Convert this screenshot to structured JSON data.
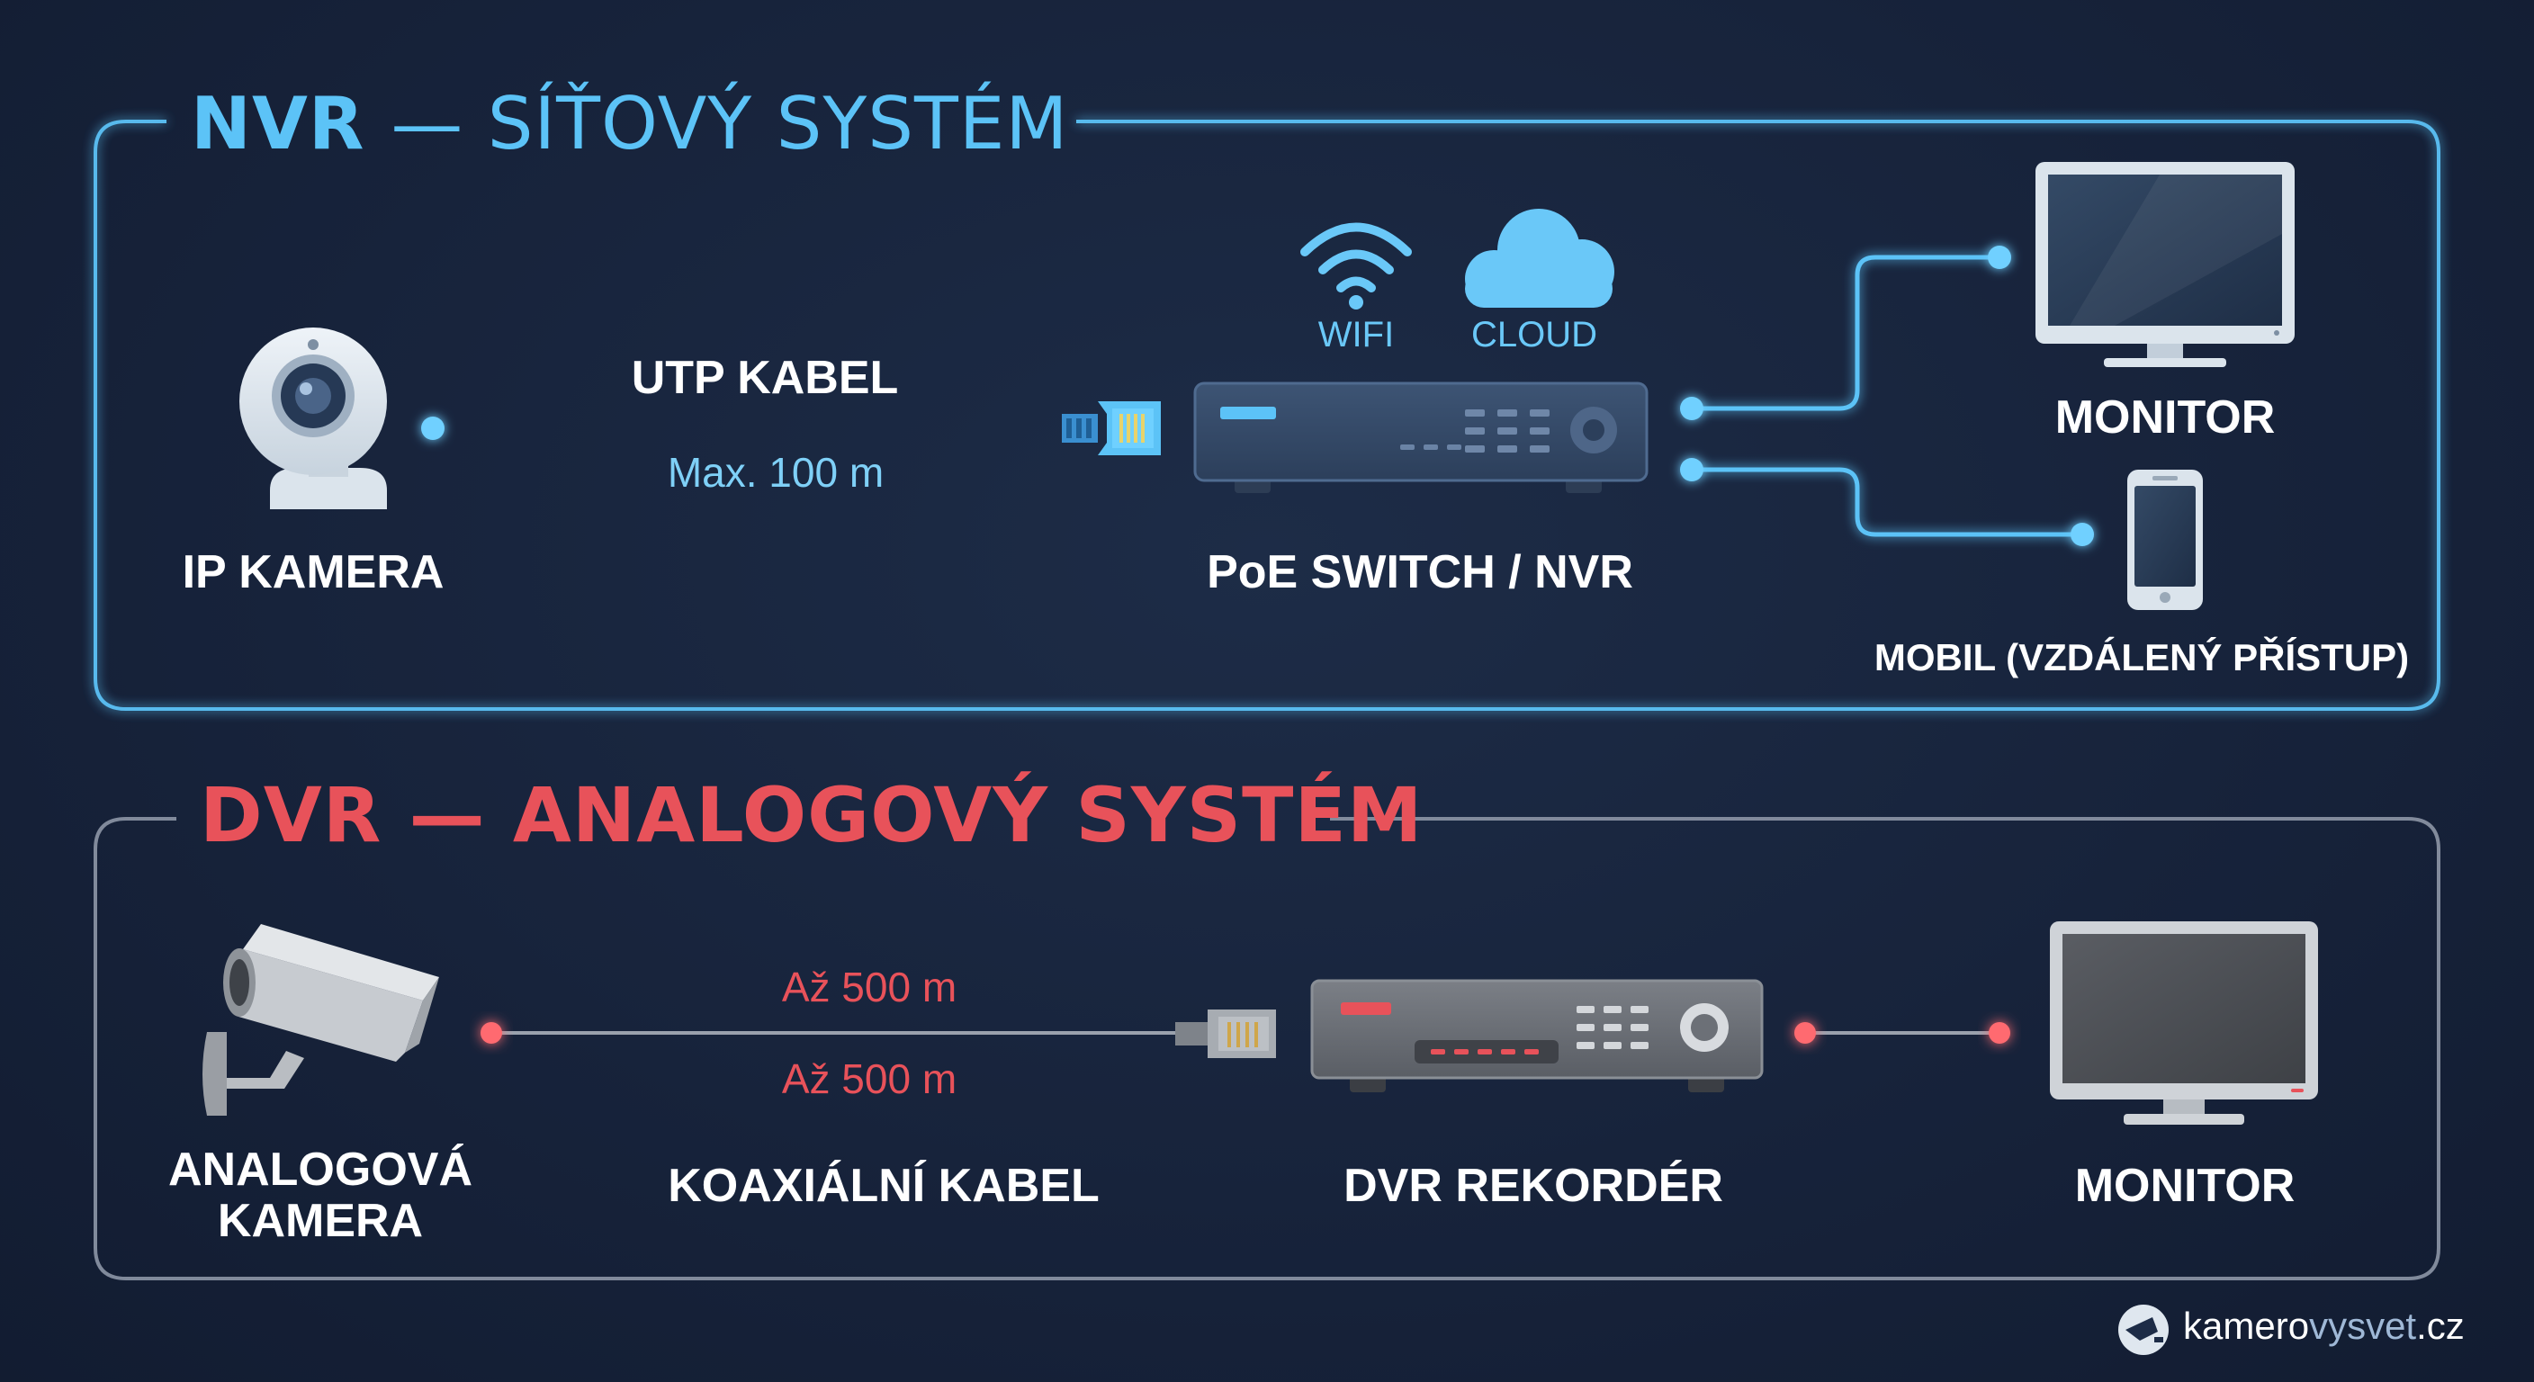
{
  "nvr": {
    "title_strong": "NVR",
    "title_rest": "— SÍŤOVÝ SYSTÉM",
    "camera_label": "IP KAMERA",
    "cable_label": "UTP KABEL",
    "cable_distance": "Max. 100 m",
    "wifi_label": "WIFI",
    "cloud_label": "CLOUD",
    "recorder_label": "PoE SWITCH / NVR",
    "monitor_label": "MONITOR",
    "mobile_label": "MOBIL (VZDÁLENÝ PŘÍSTUP)"
  },
  "dvr": {
    "title": "DVR — ANALOGOVÝ SYSTÉM",
    "camera_label_line1": "ANALOGOVÁ",
    "camera_label_line2": "KAMERA",
    "distance_top": "Až 500 m",
    "distance_bottom": "Až 500 m",
    "cable_label": "KOAXIÁLNÍ KABEL",
    "recorder_label": "DVR REKORDÉR",
    "monitor_label": "MONITOR"
  },
  "brand": {
    "name_main": "kamero",
    "name_accent": "vysvet",
    "name_tld": ".cz"
  },
  "colors": {
    "nvr_accent": "#5cc3f7",
    "dvr_accent": "#e8525a",
    "background": "#17233b"
  }
}
